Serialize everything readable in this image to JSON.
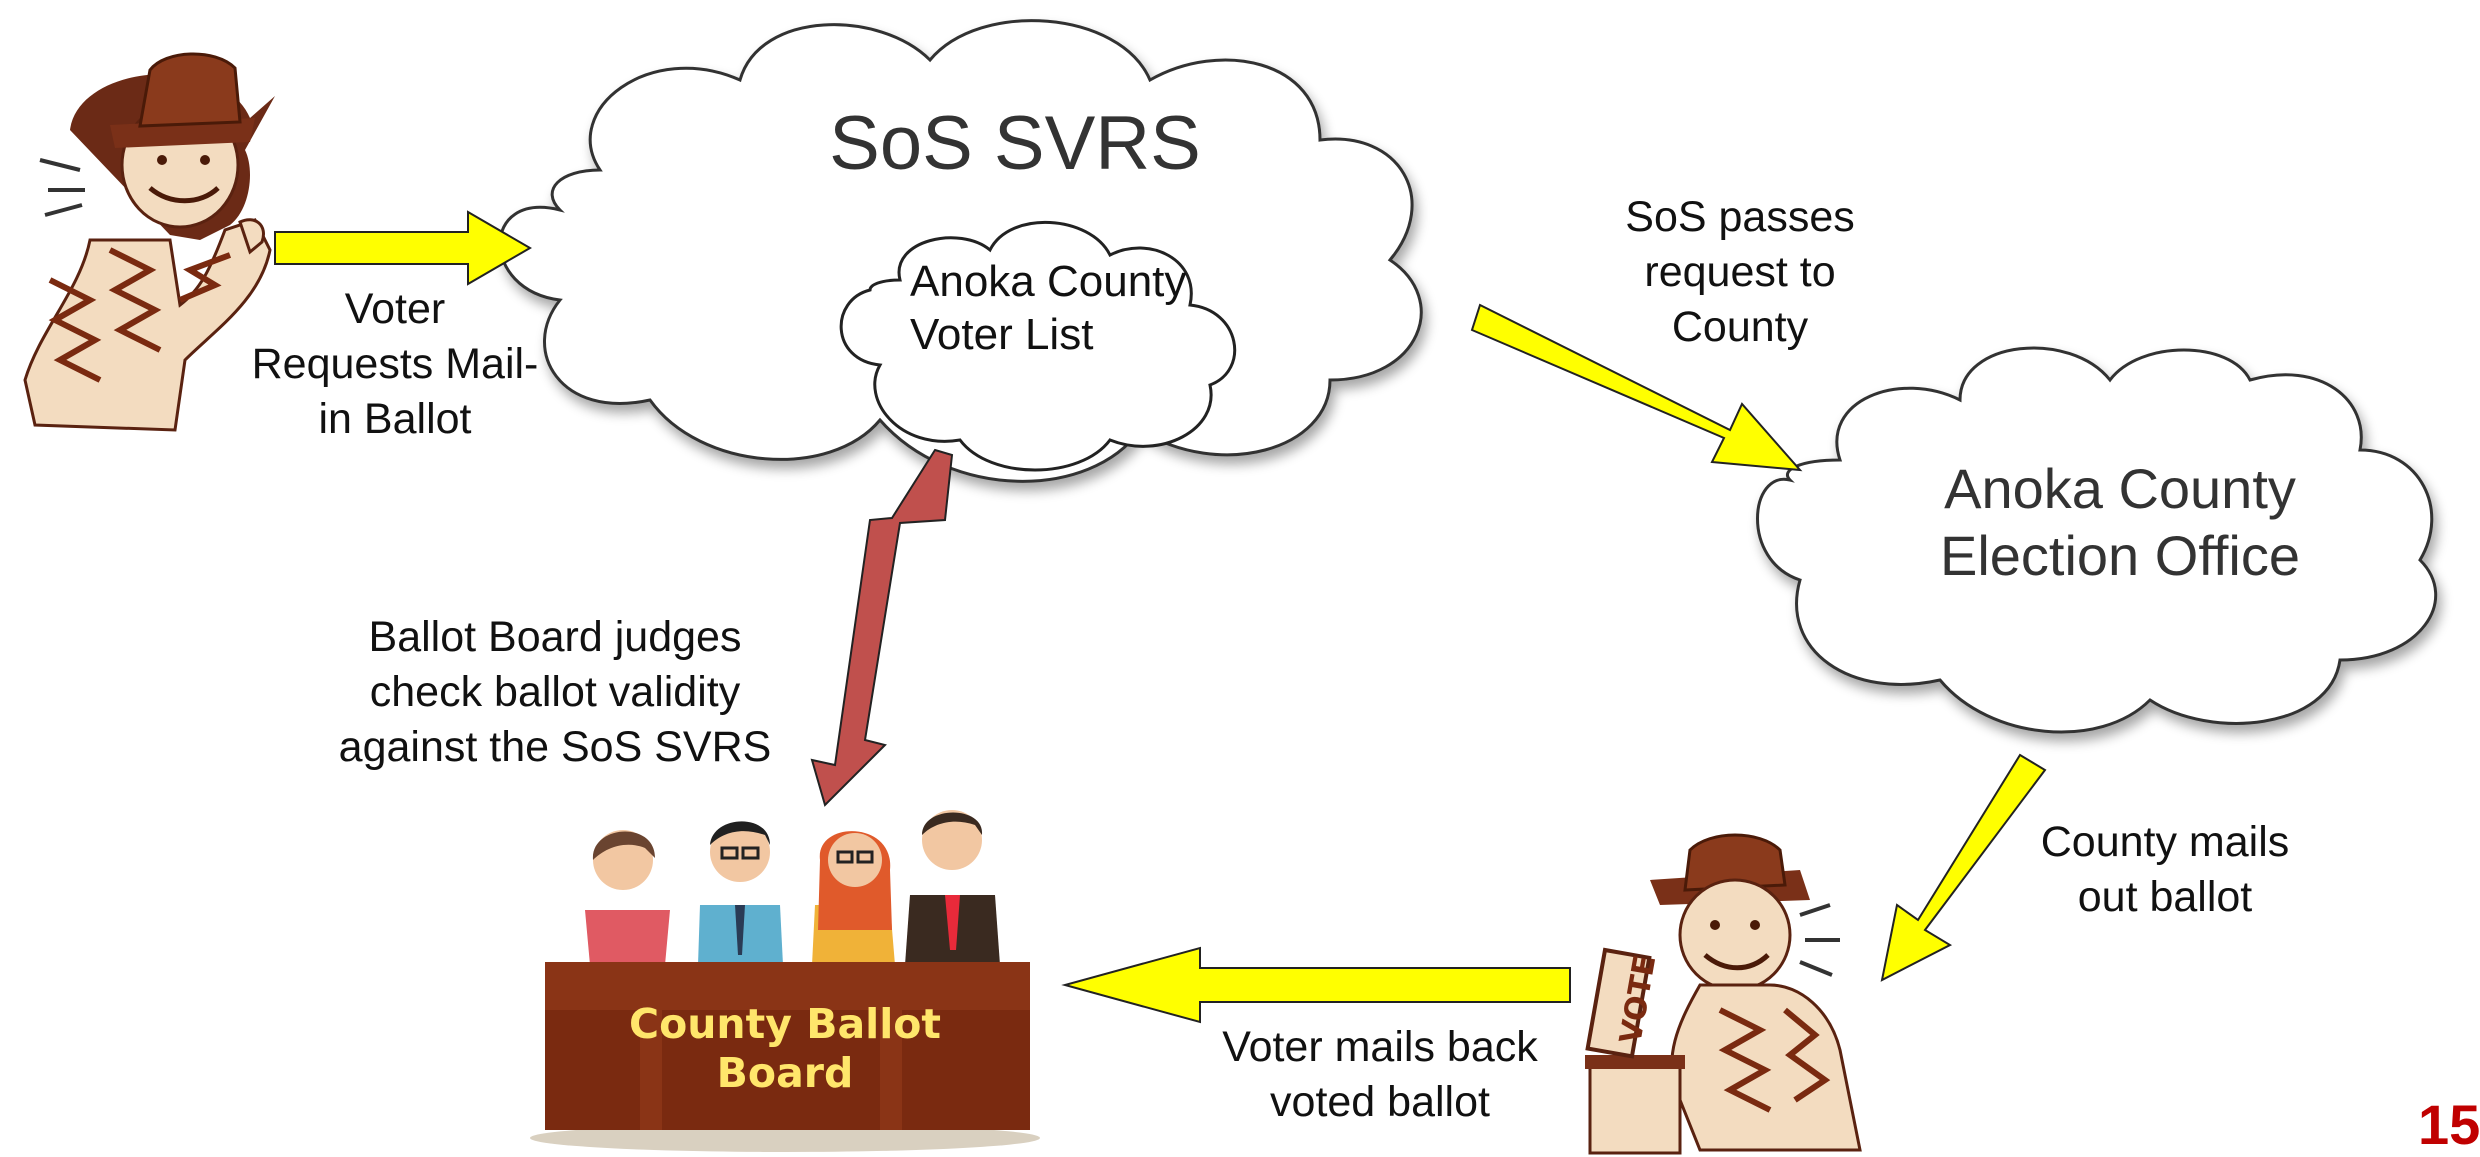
{
  "clouds": {
    "svrs": "SoS SVRS",
    "voter_list": "Anoka County\nVoter List",
    "election_office": "Anoka County\nElection Office"
  },
  "labels": {
    "voter_requests": "Voter\nRequests Mail-\nin Ballot",
    "sos_passes": "SoS passes\nrequest to\nCounty",
    "ballot_board_judges": "Ballot Board judges\ncheck ballot validity\nagainst the SoS SVRS",
    "county_mails": "County mails\nout ballot",
    "voter_mails_back": "Voter mails back\nvoted ballot"
  },
  "board": {
    "sign": "County Ballot\nBoard",
    "ballot_box_text": "VOTE"
  },
  "page_number": "15",
  "colors": {
    "arrow_yellow": "#ffff00",
    "arrow_red": "#c0504d",
    "desk_brown": "#7a2a10",
    "board_text": "#ffe66b",
    "page_number": "#c00000"
  }
}
